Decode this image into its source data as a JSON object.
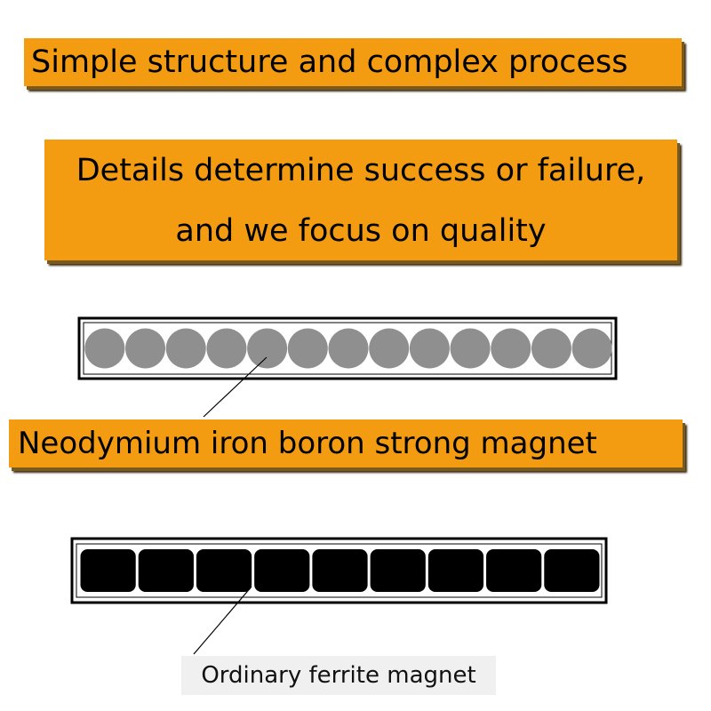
{
  "banners": {
    "title": "Simple structure and complex process",
    "subtitle_line1": "Details determine success or failure,",
    "subtitle_line2": "and we focus on quality",
    "neodymium_label": "Neodymium iron boron strong magnet"
  },
  "ferrite_label": "Ordinary ferrite magnet",
  "diagram": {
    "neodymium_magnet_count": 13,
    "ferrite_magnet_count": 9
  },
  "colors": {
    "banner": "#f39c12",
    "neodymium_magnet": "#8f8f8f",
    "ferrite_magnet": "#000000",
    "label_bg": "#f0f0f0"
  }
}
